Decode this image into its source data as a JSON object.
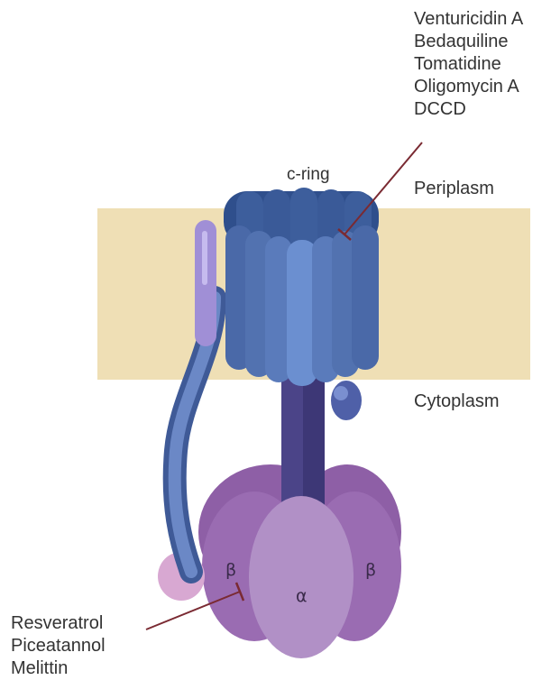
{
  "labels": {
    "c_ring": "c-ring",
    "periplasm": "Periplasm",
    "cytoplasm": "Cytoplasm",
    "beta_left": "β",
    "beta_right": "β",
    "alpha": "α"
  },
  "c_ring_inhibitors": [
    "Venturicidin A",
    "Bedaquiline",
    "Tomatidine",
    "Oligomycin A",
    "DCCD"
  ],
  "f1_inhibitors": [
    "Resveratrol",
    "Piceatannol",
    "Melittin"
  ],
  "colors": {
    "membrane": "#efdfb5",
    "c_ring_dark": "#3d5e9c",
    "c_ring_mid": "#5676b5",
    "c_ring_light": "#6f93d3",
    "stalk": "#4b4488",
    "f1_dark": "#8e5fa6",
    "f1_light": "#b190c6",
    "b_subunit": "#5a77b3",
    "b_subunit_top": "#a08fd6",
    "delta": "#d8a8d2",
    "inhibitor_line": "#7a2a32"
  }
}
